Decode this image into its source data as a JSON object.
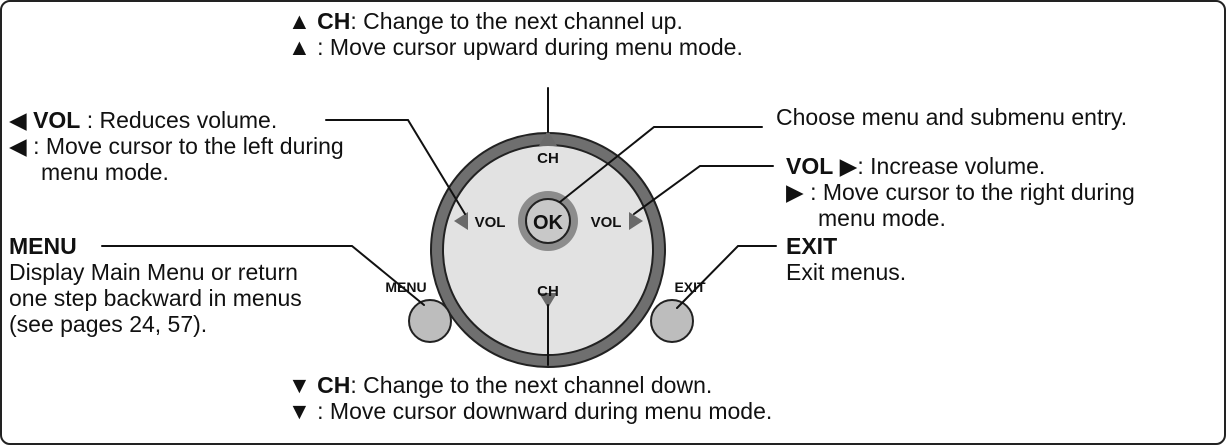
{
  "ch_up": {
    "line1_prefix": "▲ ",
    "line1_key": "CH",
    "line1_rest": ": Change to the next channel up.",
    "line2": "▲ : Move cursor upward during menu mode."
  },
  "vol_left": {
    "line1_prefix": "◀ ",
    "line1_key": "VOL",
    "line1_rest": " : Reduces volume.",
    "line2": "◀ : Move cursor to the left during",
    "line3": "menu mode."
  },
  "menu": {
    "title": "MENU",
    "line1": "Display Main Menu or return",
    "line2": "one step backward in menus",
    "line3": "(see pages 24, 57)."
  },
  "ok": {
    "text": "Choose menu and submenu entry."
  },
  "vol_right": {
    "line1_key": "VOL",
    "line1_suffix": " ▶",
    "line1_rest": ": Increase volume.",
    "line2": "▶ : Move cursor to the right during",
    "line3": "menu mode."
  },
  "exit": {
    "title": "EXIT",
    "line1": "Exit menus."
  },
  "ch_down": {
    "line1_prefix": "▼ ",
    "line1_key": "CH",
    "line1_rest": ": Change to the next channel down.",
    "line2": "▼ : Move cursor downward during menu mode."
  },
  "remote": {
    "ch_up_label": "CH",
    "ch_down_label": "CH",
    "vol_left_label": "VOL",
    "vol_right_label": "VOL",
    "ok_label": "OK",
    "menu_label": "MENU",
    "exit_label": "EXIT"
  },
  "colors": {
    "outer_ring": "#6f6f6f",
    "inner_disc": "#e2e2e2",
    "ok_ring": "#8c8c8c",
    "ok_button": "#c8c8c8",
    "side_button": "#bdbdbd",
    "arrow": "#6a6a6a",
    "line": "#111111"
  }
}
